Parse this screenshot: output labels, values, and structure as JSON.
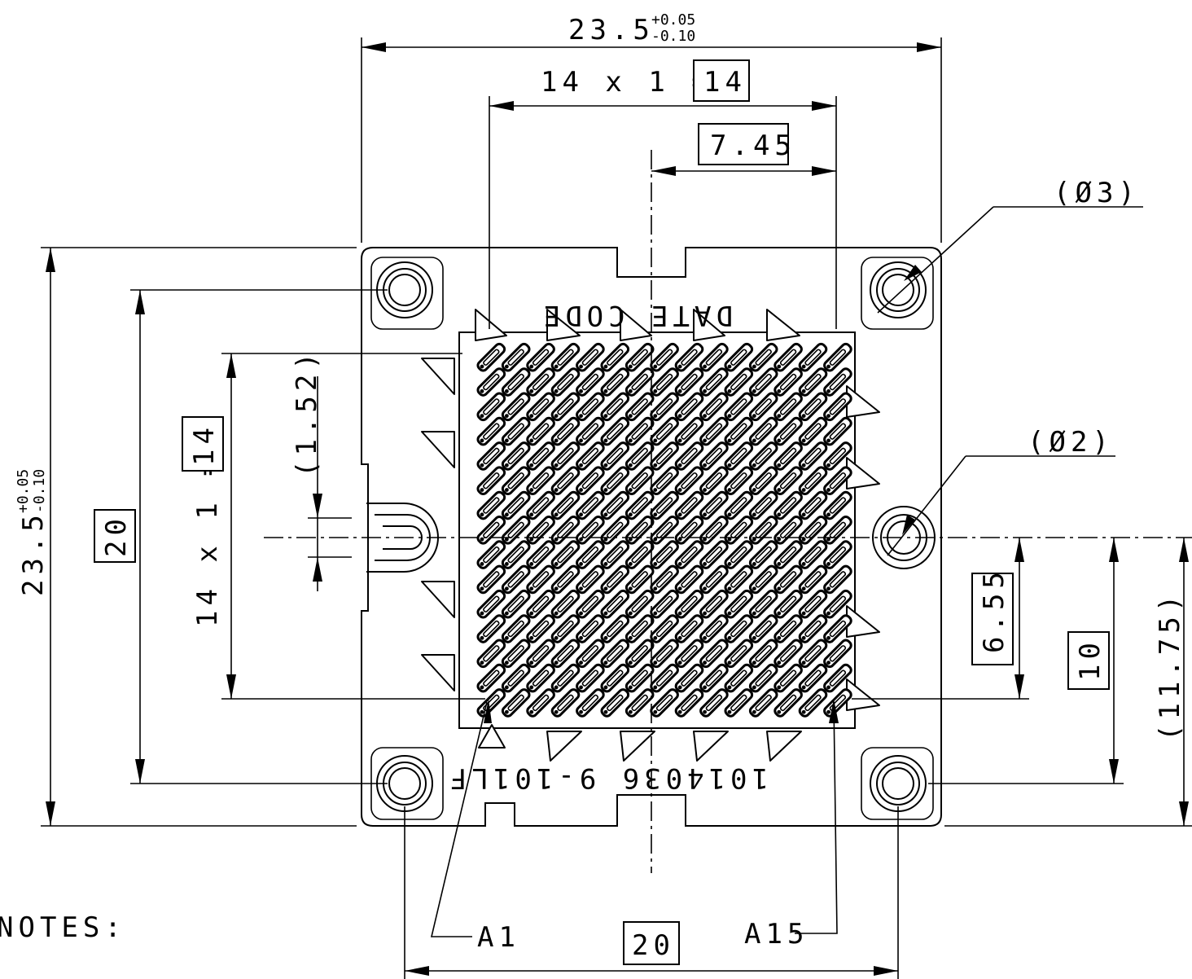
{
  "dimensions": {
    "overall_width": "23.5",
    "overall_width_tol_plus": "+0.05",
    "overall_width_tol_minus": "-0.10",
    "overall_height": "23.5",
    "overall_height_tol_plus": "+0.05",
    "overall_height_tol_minus": "-0.10",
    "pitch_h_label": "14 x 1 =",
    "pitch_h_value": "14",
    "pitch_v_label": "14 x 1 =",
    "pitch_v_value": "14",
    "center_offset": "7.45",
    "hole_large": "(Ø3)",
    "hole_small": "(Ø2)",
    "slot_offset": "(1.52)",
    "hole_spacing_v": "20",
    "hole_spacing_h": "20",
    "right_a": "6.55",
    "right_b": "10",
    "right_c": "(11.75)"
  },
  "labels": {
    "date_code": "DATE CODE",
    "part_number": "1014036 9-101LF",
    "pin_a1": "A1",
    "pin_a15": "A15",
    "notes": "NOTES:"
  },
  "grid": {
    "rows": 15,
    "cols": 15
  }
}
